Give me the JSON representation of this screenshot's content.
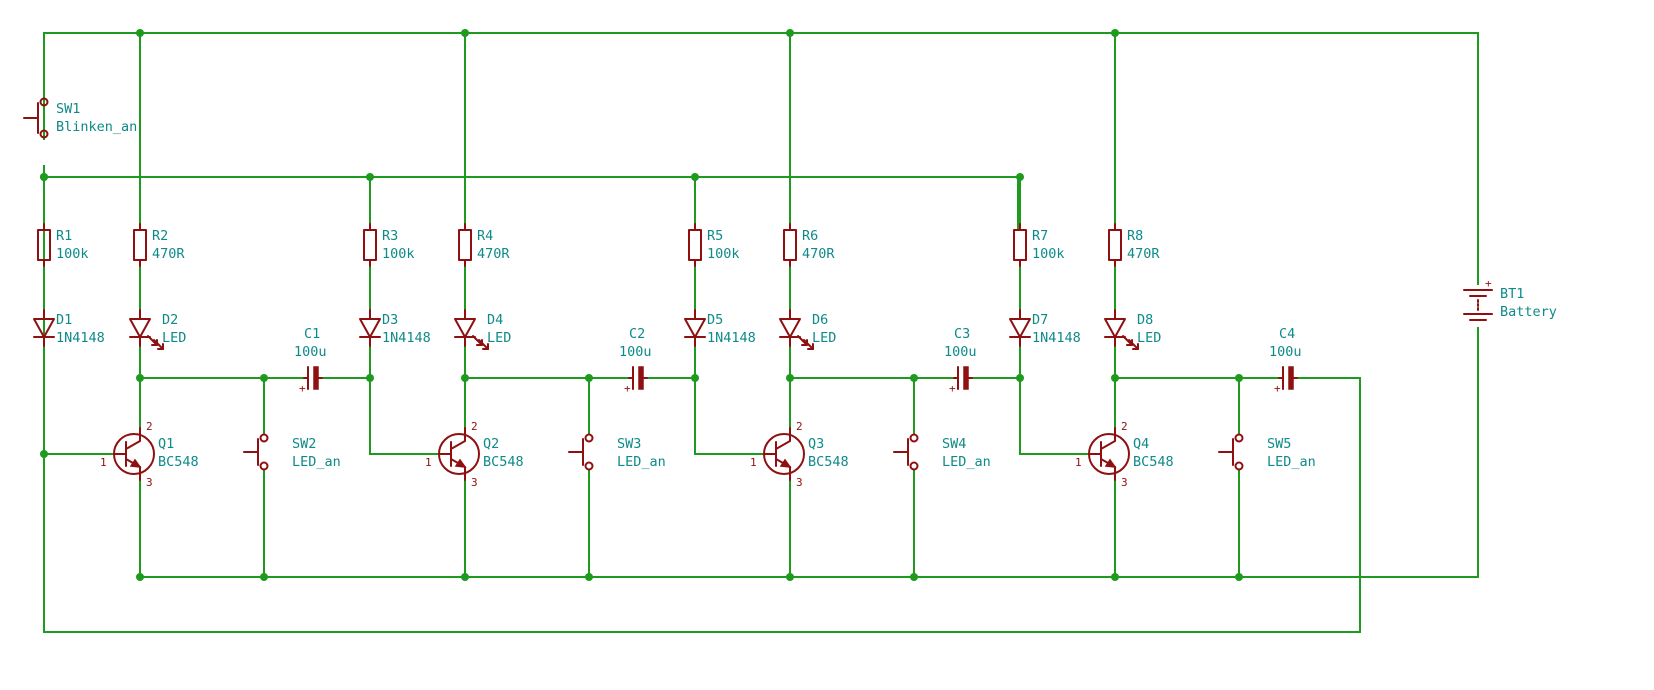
{
  "sw1": {
    "ref": "SW1",
    "value": "Blinken_an"
  },
  "bt1": {
    "ref": "BT1",
    "value": "Battery"
  },
  "stages": [
    {
      "r_base": {
        "ref": "R1",
        "value": "100k"
      },
      "r_led": {
        "ref": "R2",
        "value": "470R"
      },
      "d_base": {
        "ref": "D1",
        "value": "1N4148"
      },
      "d_led": {
        "ref": "D2",
        "value": "LED"
      },
      "q": {
        "ref": "Q1",
        "value": "BC548"
      },
      "c": {
        "ref": "C1",
        "value": "100u"
      },
      "sw": {
        "ref": "SW2",
        "value": "LED_an"
      }
    },
    {
      "r_base": {
        "ref": "R3",
        "value": "100k"
      },
      "r_led": {
        "ref": "R4",
        "value": "470R"
      },
      "d_base": {
        "ref": "D3",
        "value": "1N4148"
      },
      "d_led": {
        "ref": "D4",
        "value": "LED"
      },
      "q": {
        "ref": "Q2",
        "value": "BC548"
      },
      "c": {
        "ref": "C2",
        "value": "100u"
      },
      "sw": {
        "ref": "SW3",
        "value": "LED_an"
      }
    },
    {
      "r_base": {
        "ref": "R5",
        "value": "100k"
      },
      "r_led": {
        "ref": "R6",
        "value": "470R"
      },
      "d_base": {
        "ref": "D5",
        "value": "1N4148"
      },
      "d_led": {
        "ref": "D6",
        "value": "LED"
      },
      "q": {
        "ref": "Q3",
        "value": "BC548"
      },
      "c": {
        "ref": "C3",
        "value": "100u"
      },
      "sw": {
        "ref": "SW4",
        "value": "LED_an"
      }
    },
    {
      "r_base": {
        "ref": "R7",
        "value": "100k"
      },
      "r_led": {
        "ref": "R8",
        "value": "470R"
      },
      "d_base": {
        "ref": "D7",
        "value": "1N4148"
      },
      "d_led": {
        "ref": "D8",
        "value": "LED"
      },
      "q": {
        "ref": "Q4",
        "value": "BC548"
      },
      "c": {
        "ref": "C4",
        "value": "100u"
      },
      "sw": {
        "ref": "SW5",
        "value": "LED_an"
      }
    }
  ],
  "pins": {
    "base": "1",
    "collector": "2",
    "emitter": "3"
  },
  "polarity": {
    "battery_plus": "+",
    "cap_plus": "+"
  },
  "colors": {
    "wire": "#1e9a1e",
    "symbol": "#8e1010",
    "label": "#0f8a8a",
    "background": "#ffffff"
  }
}
